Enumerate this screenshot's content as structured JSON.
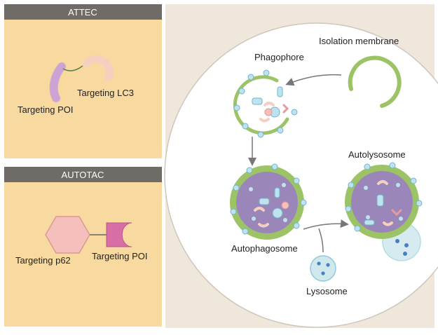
{
  "colors": {
    "panel_fill": "#f8d9a0",
    "header_fill": "#6f6b66",
    "header_text": "#ffffff",
    "right_bg": "#efe7dc",
    "cell_fill": "#ffffff",
    "membrane": "#9cc466",
    "membrane_dark": "#6f9a3c",
    "lumen": "#9a86b8",
    "vesicle": "#bfe2ee",
    "vesicle_stroke": "#6fb5cc",
    "lysosome": "#cfe8ee",
    "lyso_dot": "#4a7fbf",
    "poi_ligand": "#d9b3e0",
    "lc3_ligand": "#f5cfc0",
    "p62_fill": "#f5c0bc",
    "poi_target": "#d86ea5",
    "arrow": "#777777",
    "text": "#222222"
  },
  "left": {
    "attec": {
      "header": "ATTEC",
      "label_lc3": "Targeting LC3",
      "label_poi": "Targeting POI"
    },
    "autotac": {
      "header": "AUTOTAC",
      "label_p62": "Targeting p62",
      "label_poi": "Targeting POI"
    }
  },
  "right": {
    "isolation_membrane": "Isolation membrane",
    "phagophore": "Phagophore",
    "autophagosome": "Autophagosome",
    "autolysosome": "Autolysosome",
    "lysosome": "Lysosome"
  }
}
